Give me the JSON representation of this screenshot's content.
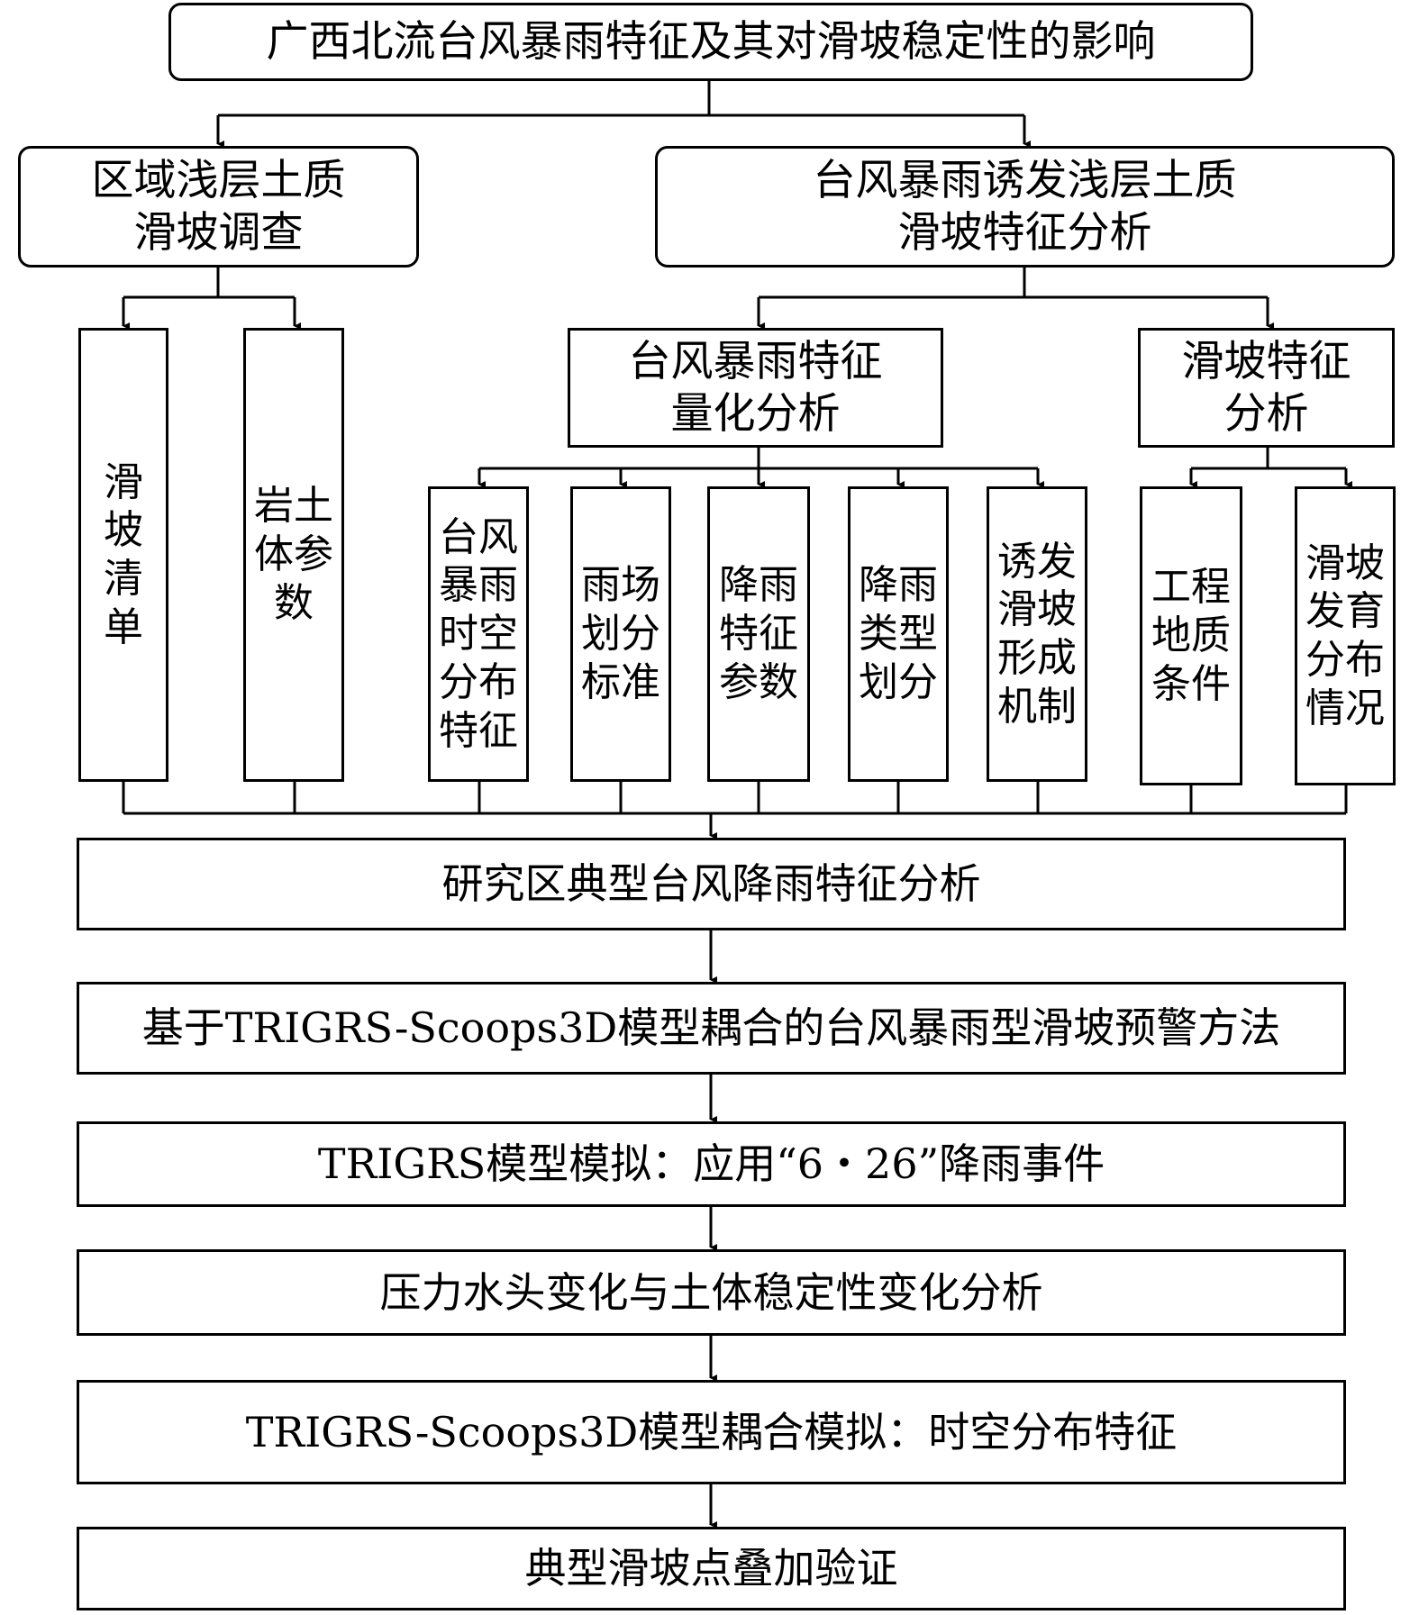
{
  "title": "广西北流台风暴雨特征及其对滑坡稳定性的影响",
  "branch_left": "区域浅层土质\n滑坡调查",
  "branch_right": "台风暴雨诱发浅层土质\n滑坡特征分析",
  "sub_rain": "台风暴雨特征\n量化分析",
  "sub_landslide": "滑坡特征\n分析",
  "leaves": {
    "landslide_list": "滑坡清单",
    "rock_soil_params": "岩土体参数",
    "spatiotemporal": "台风暴雨时空分布特征",
    "rain_field": "雨场划分标准",
    "rain_params": "降雨特征参数",
    "rain_type": "降雨类型划分",
    "mechanism": "诱发滑坡形成机制",
    "geology": "工程地质条件",
    "distribution": "滑坡发育分布情况"
  },
  "steps": [
    "研究区典型台风降雨特征分析",
    "基于TRIGRS-Scoops3D模型耦合的台风暴雨型滑坡预警方法",
    "TRIGRS模型模拟：应用“6・26”降雨事件",
    "压力水头变化与土体稳定性变化分析",
    "TRIGRS-Scoops3D模型耦合模拟：时空分布特征",
    "典型滑坡点叠加验证"
  ]
}
